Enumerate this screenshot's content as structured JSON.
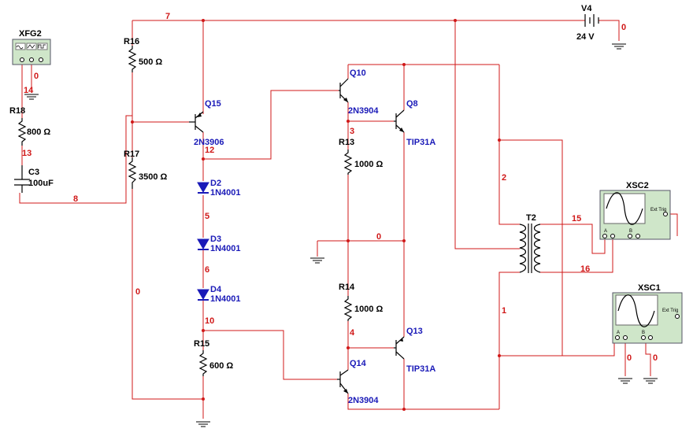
{
  "components": {
    "XFG2": {
      "ref": "XFG2"
    },
    "R18": {
      "ref": "R18",
      "value": "800 Ω"
    },
    "C3": {
      "ref": "C3",
      "value": "100uF"
    },
    "R16": {
      "ref": "R16",
      "value": "500 Ω"
    },
    "R17": {
      "ref": "R17",
      "value": "3500 Ω"
    },
    "Q15": {
      "ref": "Q15",
      "part": "2N3906"
    },
    "D2": {
      "ref": "D2",
      "part": "1N4001"
    },
    "D3": {
      "ref": "D3",
      "part": "1N4001"
    },
    "D4": {
      "ref": "D4",
      "part": "1N4001"
    },
    "R15": {
      "ref": "R15",
      "value": "600 Ω"
    },
    "Q10": {
      "ref": "Q10",
      "part": "2N3904"
    },
    "Q8": {
      "ref": "Q8",
      "part": "TIP31A"
    },
    "R13": {
      "ref": "R13",
      "value": "1000 Ω"
    },
    "R14": {
      "ref": "R14",
      "value": "1000 Ω"
    },
    "Q13": {
      "ref": "Q13",
      "part": "TIP31A"
    },
    "Q14": {
      "ref": "Q14",
      "part": "2N3904"
    },
    "V4": {
      "ref": "V4",
      "value": "24 V"
    },
    "T2": {
      "ref": "T2"
    },
    "XSC2": {
      "ref": "XSC2"
    },
    "XSC1": {
      "ref": "XSC1"
    }
  },
  "instrument_labels": {
    "ext_trig": "Ext Trig",
    "a": "A",
    "b": "B"
  },
  "nets": {
    "n7": "7",
    "n0_v4": "0",
    "n14": "14",
    "n0_fg": "0",
    "n13": "13",
    "n8": "8",
    "n12": "12",
    "n5": "5",
    "n6": "6",
    "n10": "10",
    "n0_left": "0",
    "n3": "3",
    "n0_mid": "0",
    "n4": "4",
    "n2": "2",
    "n1": "1",
    "n15": "15",
    "n16": "16",
    "n0_xsc1a": "0",
    "n0_xsc1b": "0"
  },
  "colors": {
    "wire": "#d01818",
    "part_label": "#1a1ab8",
    "instrument": "#cfe6c9"
  }
}
